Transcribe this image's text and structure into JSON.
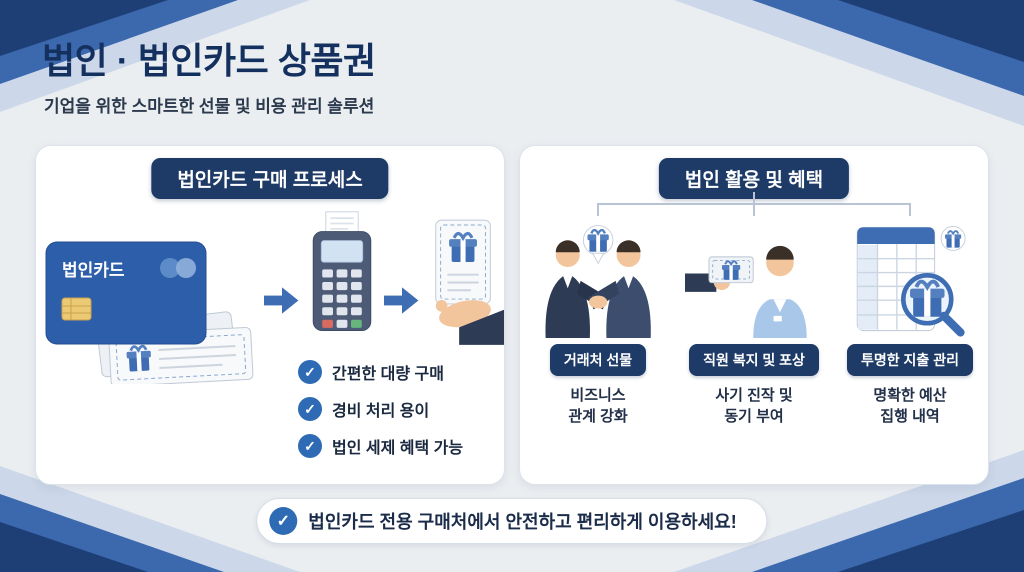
{
  "page": {
    "title": "법인 · 법인카드 상품권",
    "subtitle": "기업을 위한 스마트한 선물 및 비용 관리 솔루션"
  },
  "icons": {
    "check": "✓"
  },
  "colors": {
    "navy": "#1e3a66",
    "accent_blue": "#3f6db3",
    "check_blue": "#2f6bb5",
    "light_blue": "#ccd8e9",
    "background": "#ebeef1"
  },
  "purchase_panel": {
    "header": "법인카드 구매 프로세스",
    "card_label": "법인카드",
    "checklist": [
      "간편한 대량 구매",
      "경비 처리 용이",
      "법인 세제 혜택 가능"
    ]
  },
  "benefit_panel": {
    "header": "법인 활용 및 혜택",
    "columns": [
      {
        "badge": "거래처 선물",
        "line1": "비즈니스",
        "line2": "관계 강화"
      },
      {
        "badge": "직원 복지 및 포상",
        "line1": "사기 진작 및",
        "line2": "동기 부여"
      },
      {
        "badge": "투명한 지출 관리",
        "line1": "명확한 예산",
        "line2": "집행 내역"
      }
    ]
  },
  "footer": {
    "message": "법인카드 전용 구매처에서 안전하고 편리하게 이용하세요!"
  }
}
